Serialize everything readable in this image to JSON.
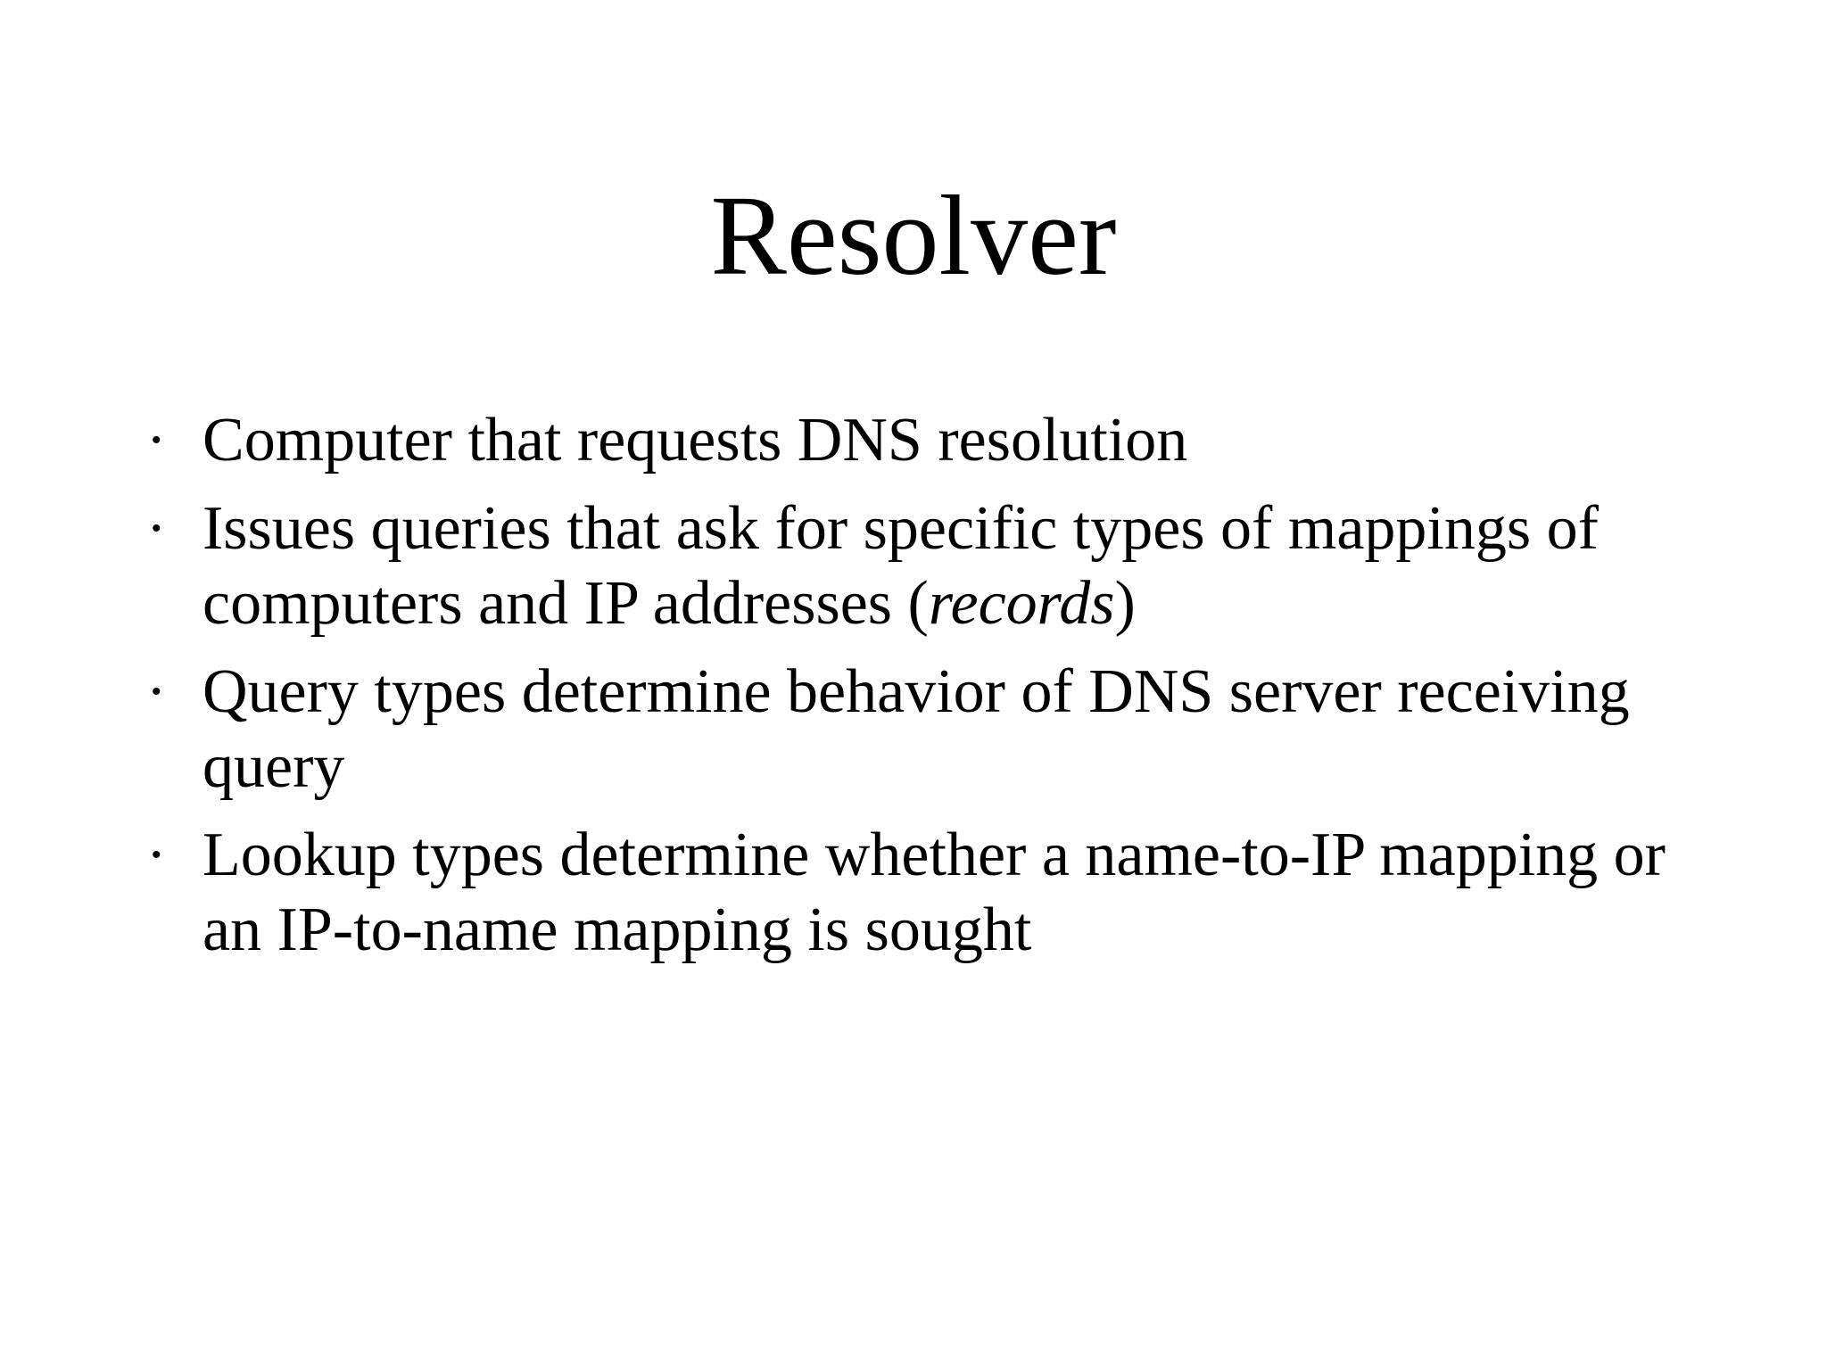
{
  "slide": {
    "title": "Resolver",
    "bullet_char": "•",
    "bullets": [
      {
        "runs": [
          {
            "t": "Computer that requests DNS resolution"
          }
        ]
      },
      {
        "runs": [
          {
            "t": "Issues queries that ask for specific types of mappings of computers and IP addresses ("
          },
          {
            "t": "records",
            "i": true
          },
          {
            "t": ")"
          }
        ]
      },
      {
        "runs": [
          {
            "t": "Query types determine behavior of DNS server receiving query"
          }
        ]
      },
      {
        "runs": [
          {
            "t": "Lookup types determine whether a name-to-IP mapping or an IP-to-name mapping is sought"
          }
        ]
      }
    ],
    "colors": {
      "background": "#ffffff",
      "text": "#000000"
    }
  }
}
